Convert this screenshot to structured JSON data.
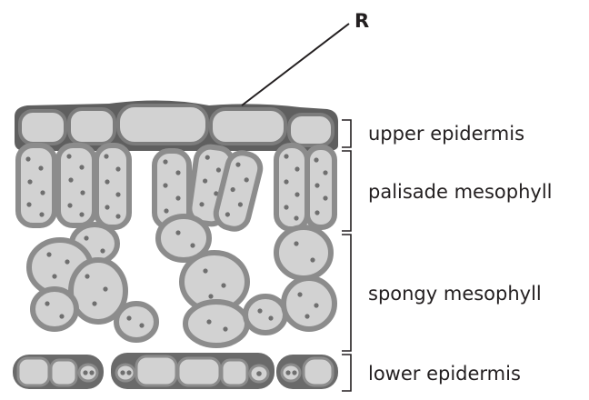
{
  "labels": {
    "marker": "R",
    "upper_epidermis": "upper epidermis",
    "palisade_mesophyll": "palisade mesophyll",
    "spongy_mesophyll": "spongy mesophyll",
    "lower_epidermis": "lower epidermis"
  },
  "colors": {
    "cell_outline": "#8c8c8c",
    "cell_fill": "#d2d2d2",
    "cuticle": "#5f5f5f",
    "dots": "#6f6f6f",
    "text": "#231f20"
  }
}
